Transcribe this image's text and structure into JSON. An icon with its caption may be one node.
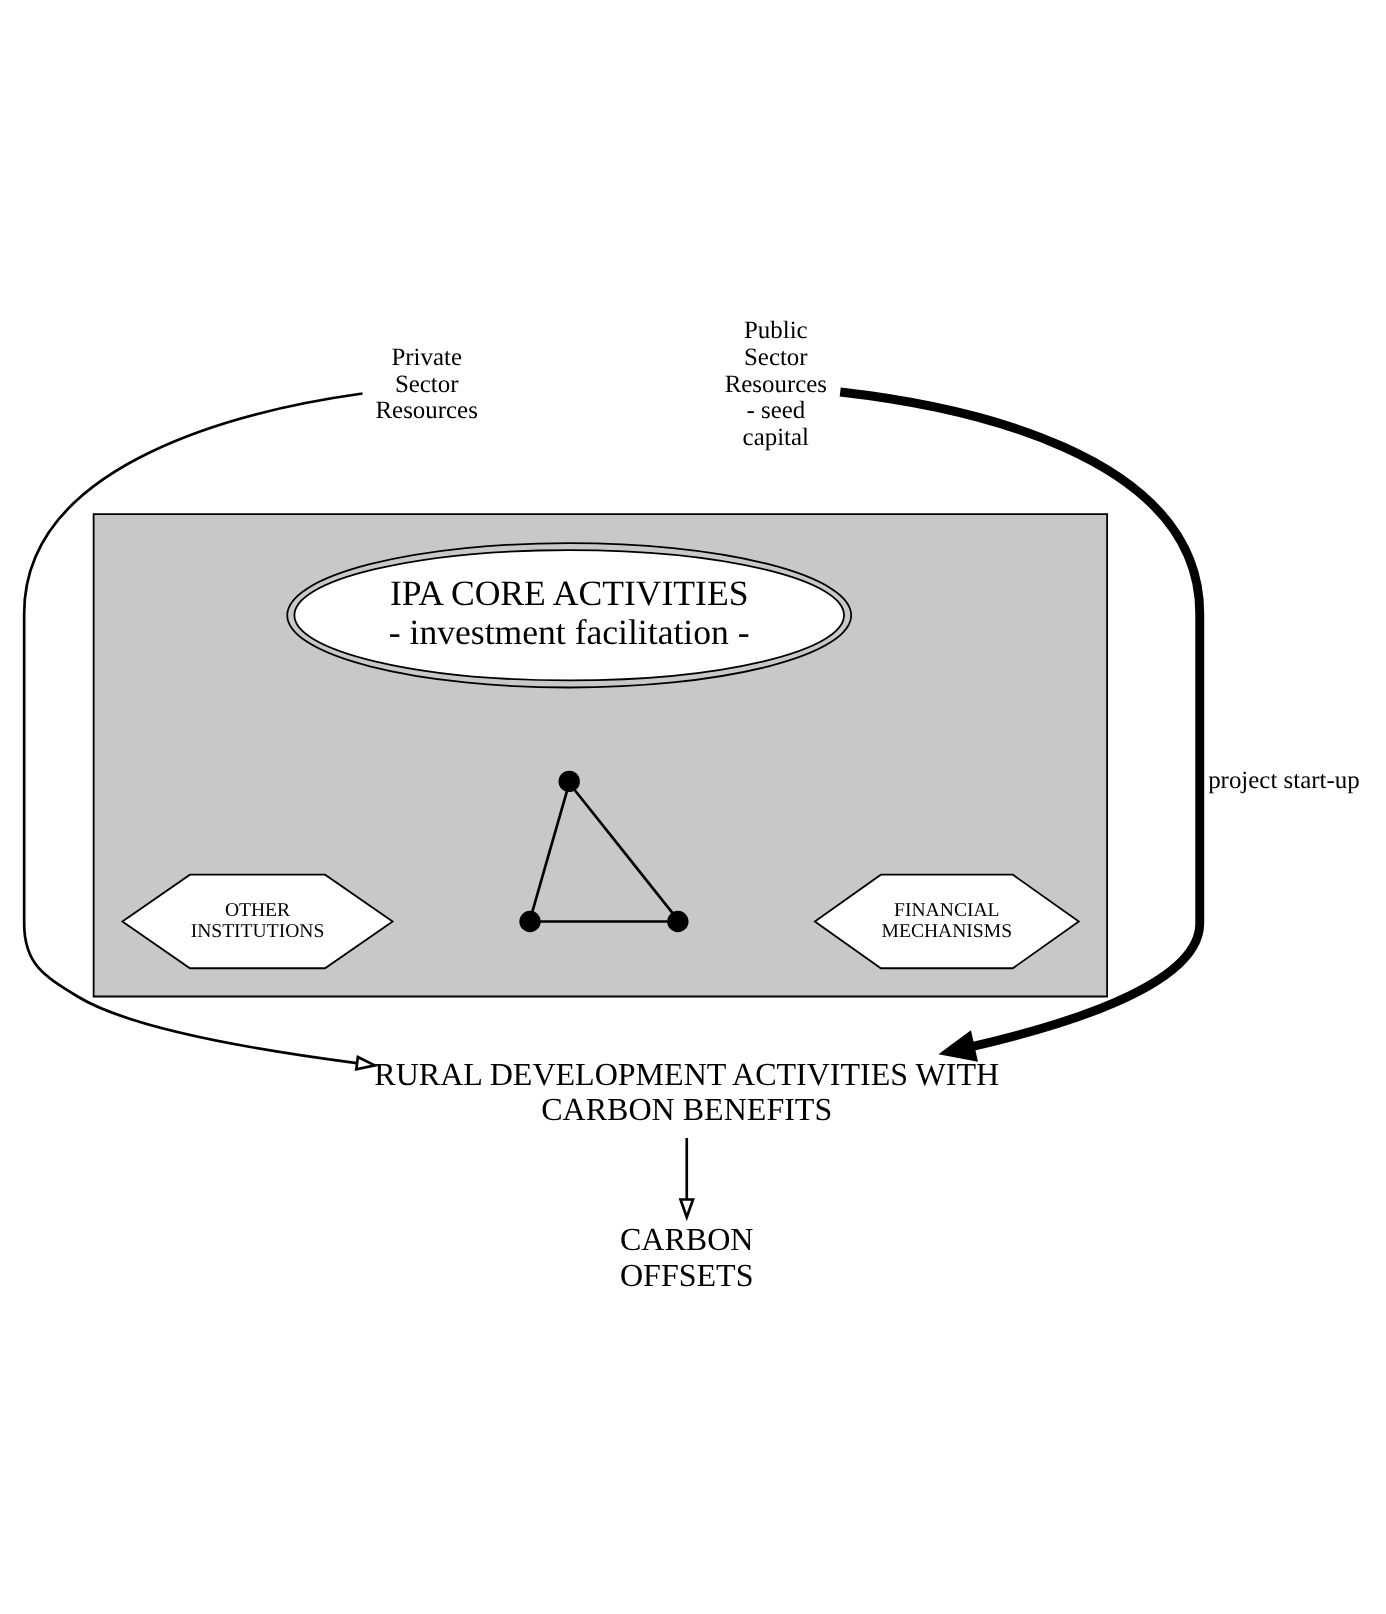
{
  "diagram": {
    "nodes": [
      {
        "text": [],
        "shape": "box"
      },
      {
        "text": [
          "IPA CORE ACTIVITIES",
          "- investment facilitation -"
        ],
        "in": 0
      },
      {
        "text": [],
        "shape": "circle",
        "in": 0
      },
      {
        "text": [],
        "shape": "circle",
        "in": 0
      },
      {
        "text": [],
        "shape": "circle",
        "in": 0
      },
      {
        "text": [
          "OTHER INSTITUTIONS"
        ],
        "in": 0
      },
      {
        "text": [
          "FINANCIAL MECHANISMS"
        ],
        "in": 0
      },
      {
        "text": [
          "Private Sector Resources"
        ]
      },
      {
        "text": [
          "RURAL DEVELOPMENT ACTIVITIES WITH CARBON BENEFITS"
        ]
      },
      {
        "text": [
          "Public Sector Resources - seed capital"
        ]
      },
      {
        "text": [
          "CARBON OFFSETS"
        ]
      }
    ],
    "edges": [
      {
        "from": 2,
        "to": 3,
        "arrow": "none"
      },
      {
        "from": 2,
        "to": 4,
        "arrow": "none"
      },
      {
        "from": 3,
        "to": 4,
        "arrow": "none"
      },
      {
        "from": 7,
        "to": 8,
        "arrow": "to"
      },
      {
        "from": 9,
        "to": 8,
        "arrow": "to",
        "label": "project start-up",
        "style": "thick"
      },
      {
        "from": 8,
        "to": 10,
        "arrow": "to"
      }
    ]
  }
}
